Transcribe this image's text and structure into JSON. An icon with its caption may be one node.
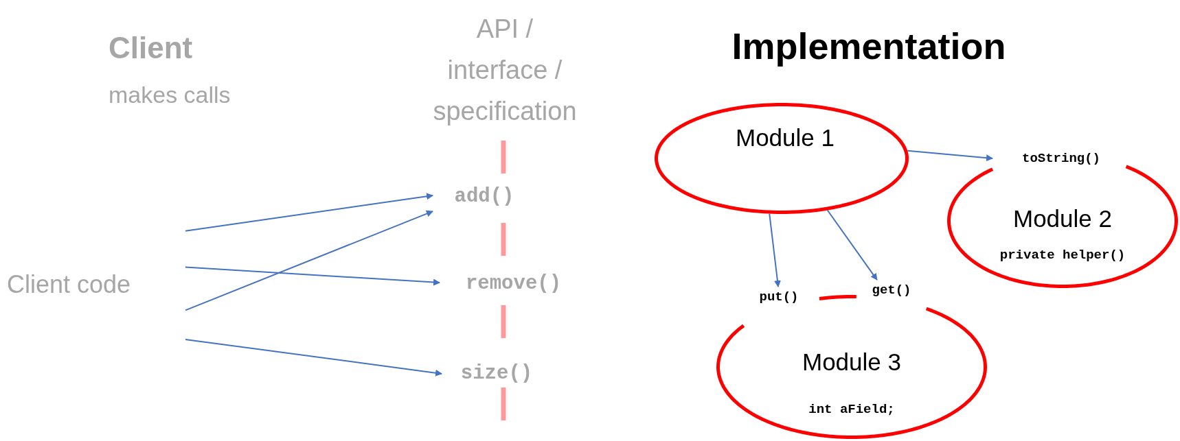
{
  "diagram": {
    "title": "Implementation",
    "nodes": [
      {
        "text": [
          "Client code"
        ]
      },
      {
        "text": [
          "add()"
        ]
      },
      {
        "text": [
          "remove()"
        ]
      },
      {
        "text": [
          "size()"
        ]
      },
      {
        "text": [
          "Module 1"
        ]
      },
      {
        "text": [
          "toString()"
        ]
      },
      {
        "text": [
          "Module 2",
          "private helper()"
        ]
      },
      {
        "text": [
          "put()"
        ]
      },
      {
        "text": [
          "get()"
        ]
      },
      {
        "text": [
          "Module 3",
          "int aField;"
        ]
      }
    ],
    "edges": [
      {
        "from": 0,
        "to": 1,
        "arrow": "to"
      },
      {
        "from": 0,
        "to": 1,
        "arrow": "to"
      },
      {
        "from": 0,
        "to": 2,
        "arrow": "to"
      },
      {
        "from": 0,
        "to": 3,
        "arrow": "to"
      },
      {
        "from": 4,
        "to": 5,
        "arrow": "to"
      },
      {
        "from": 4,
        "to": 7,
        "arrow": "to"
      },
      {
        "from": 4,
        "to": 8,
        "arrow": "to"
      }
    ],
    "labels": [
      "Client",
      "makes calls",
      "API / interface / specification"
    ]
  }
}
